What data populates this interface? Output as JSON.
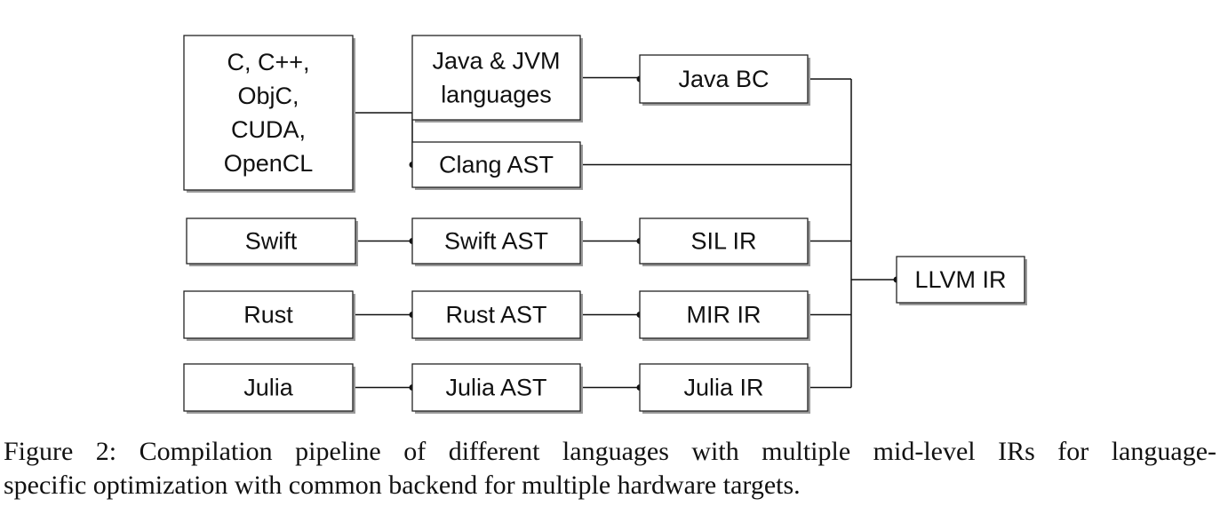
{
  "diagram": {
    "nodes": [
      {
        "id": "c-family",
        "name": "node-c-family",
        "lines": [
          "C, C++,",
          "ObjC,",
          "CUDA,",
          "OpenCL"
        ]
      },
      {
        "id": "java",
        "name": "node-java-jvm-languages",
        "lines": [
          "Java & JVM",
          "languages"
        ]
      },
      {
        "id": "java-bc",
        "name": "node-java-bc",
        "lines": [
          "Java BC"
        ]
      },
      {
        "id": "clang-ast",
        "name": "node-clang-ast",
        "lines": [
          "Clang AST"
        ]
      },
      {
        "id": "swift",
        "name": "node-swift",
        "lines": [
          "Swift"
        ]
      },
      {
        "id": "swift-ast",
        "name": "node-swift-ast",
        "lines": [
          "Swift AST"
        ]
      },
      {
        "id": "sil-ir",
        "name": "node-sil-ir",
        "lines": [
          "SIL IR"
        ]
      },
      {
        "id": "rust",
        "name": "node-rust",
        "lines": [
          "Rust"
        ]
      },
      {
        "id": "rust-ast",
        "name": "node-rust-ast",
        "lines": [
          "Rust AST"
        ]
      },
      {
        "id": "mir-ir",
        "name": "node-mir-ir",
        "lines": [
          "MIR IR"
        ]
      },
      {
        "id": "julia",
        "name": "node-julia",
        "lines": [
          "Julia"
        ]
      },
      {
        "id": "julia-ast",
        "name": "node-julia-ast",
        "lines": [
          "Julia AST"
        ]
      },
      {
        "id": "julia-ir",
        "name": "node-julia-ir",
        "lines": [
          "Julia IR"
        ]
      },
      {
        "id": "llvm-ir",
        "name": "node-llvm-ir",
        "lines": [
          "LLVM IR"
        ]
      }
    ],
    "edges": [
      {
        "from": "java",
        "to": "java-bc"
      },
      {
        "from": "c-family",
        "to": "clang-ast"
      },
      {
        "from": "swift",
        "to": "swift-ast"
      },
      {
        "from": "swift-ast",
        "to": "sil-ir"
      },
      {
        "from": "rust",
        "to": "rust-ast"
      },
      {
        "from": "rust-ast",
        "to": "mir-ir"
      },
      {
        "from": "julia",
        "to": "julia-ast"
      },
      {
        "from": "julia-ast",
        "to": "julia-ir"
      },
      {
        "from": "java-bc",
        "to": "llvm-ir"
      },
      {
        "from": "clang-ast",
        "to": "llvm-ir"
      },
      {
        "from": "sil-ir",
        "to": "llvm-ir"
      },
      {
        "from": "mir-ir",
        "to": "llvm-ir"
      },
      {
        "from": "julia-ir",
        "to": "llvm-ir"
      }
    ]
  },
  "caption": {
    "line1": "Figure 2: Compilation pipeline of different languages with multiple mid-level IRs for language-",
    "line2": "specific optimization with common backend for multiple hardware targets."
  }
}
